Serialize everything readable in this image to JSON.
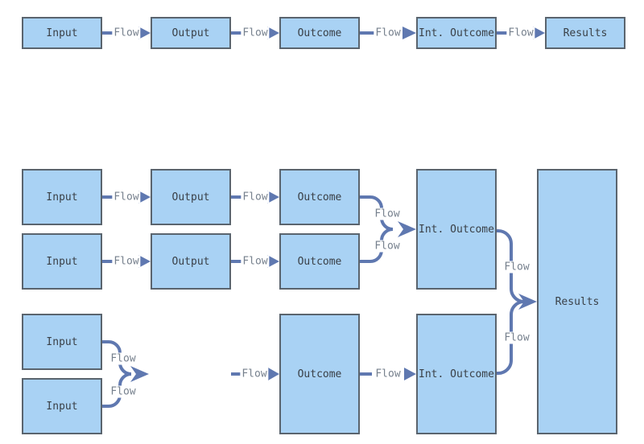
{
  "colors": {
    "canvas_bg": "#ffffff",
    "box_fill": "#a9d2f4",
    "box_border": "#5a646e",
    "box_text": "#3a4047",
    "connector": "#5f78b0",
    "connector_label_text": "#76808d"
  },
  "connector_label": "Flow",
  "simple_chain": {
    "boxes": [
      "Input",
      "Output",
      "Outcome",
      "Int. Outcome",
      "Results"
    ]
  },
  "detailed_model": {
    "inputs": [
      "Input",
      "Input",
      "Input",
      "Input"
    ],
    "outputs": [
      "Output",
      "Output"
    ],
    "outcomes": [
      "Outcome",
      "Outcome",
      "Outcome"
    ],
    "intermediate_outcomes": [
      "Int. Outcome",
      "Int. Outcome"
    ],
    "results": "Results"
  }
}
